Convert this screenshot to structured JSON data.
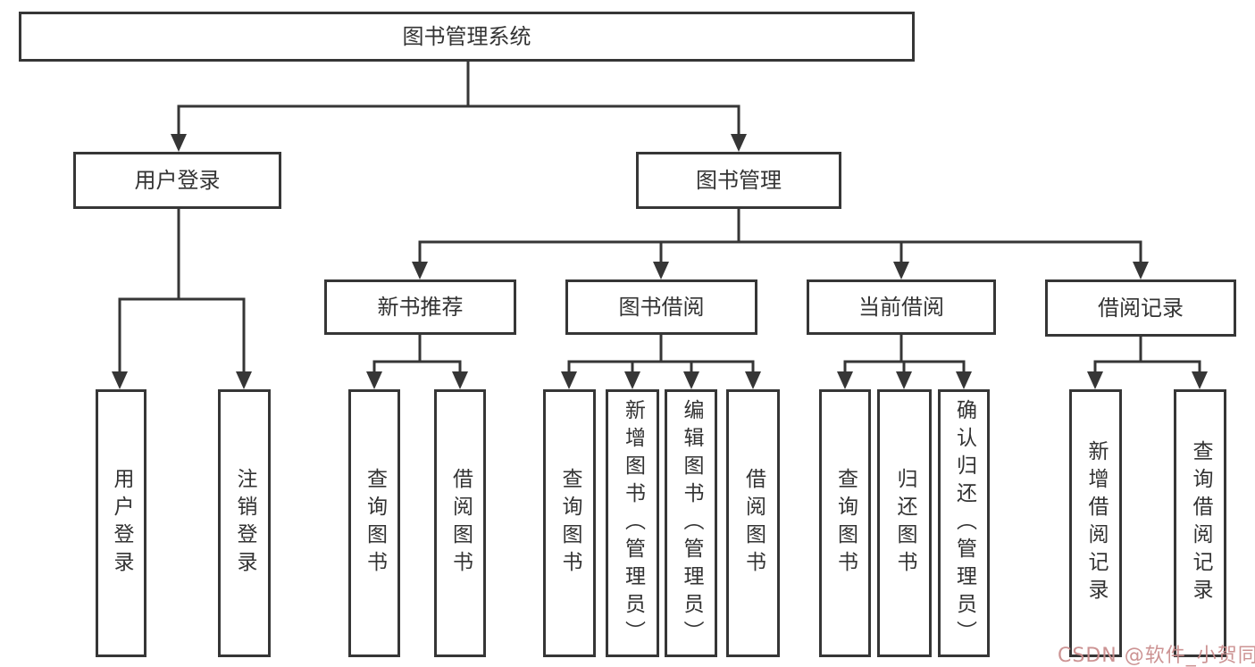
{
  "title": "图书管理系统",
  "level2": {
    "user_login": "用户登录",
    "book_management": "图书管理"
  },
  "level3": {
    "new_book_recommend": "新书推荐",
    "book_borrow": "图书借阅",
    "current_borrow": "当前借阅",
    "borrow_records": "借阅记录"
  },
  "leaves": {
    "user_login": "用户登录",
    "logout": "注销登录",
    "nb_query": "查询图书",
    "nb_borrow": "借阅图书",
    "bb_query": "查询图书",
    "bb_add": "新增图书（管理员）",
    "bb_edit": "编辑图书（管理员）",
    "bb_borrow": "借阅图书",
    "cb_query": "查询图书",
    "cb_return": "归还图书",
    "cb_confirm": "确认归还（管理员）",
    "br_add": "新增借阅记录",
    "br_query": "查询借阅记录"
  },
  "watermark": "CSDN @软件_小贺同学",
  "colors": {
    "line": "#363636",
    "box_border": "#363636",
    "text": "#333333",
    "watermark": "#c98d8d",
    "background": "#ffffff"
  }
}
